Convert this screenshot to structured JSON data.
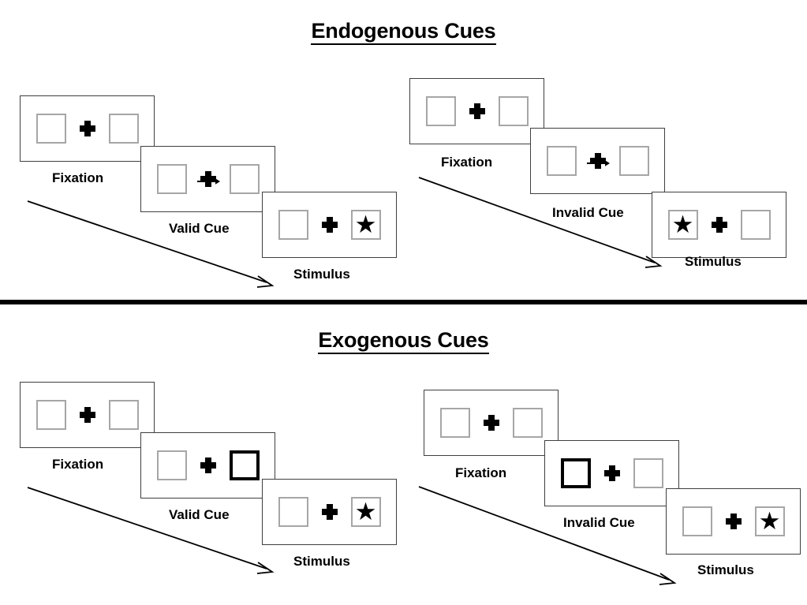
{
  "figure": {
    "title_top": "Endogenous Cues",
    "title_bottom": "Exogenous Cues"
  },
  "sections": [
    {
      "id": "endogenous",
      "title": "Endogenous Cues",
      "columns": [
        {
          "id": "endogenous-valid",
          "panels": [
            {
              "id": "fixation",
              "label": "Fixation",
              "left_content": "empty-box",
              "right_content": "empty-box",
              "cue": "none"
            },
            {
              "id": "cue",
              "label": "Valid Cue",
              "left_content": "empty-box",
              "right_content": "empty-box",
              "cue": "arrow-right"
            },
            {
              "id": "stimulus",
              "label": "Stimulus",
              "left_content": "empty-box",
              "right_content": "star-box",
              "cue": "none"
            }
          ]
        },
        {
          "id": "endogenous-invalid",
          "panels": [
            {
              "id": "fixation",
              "label": "Fixation",
              "left_content": "empty-box",
              "right_content": "empty-box",
              "cue": "none"
            },
            {
              "id": "cue",
              "label": "Invalid Cue",
              "left_content": "empty-box",
              "right_content": "empty-box",
              "cue": "arrow-right"
            },
            {
              "id": "stimulus",
              "label": "Stimulus",
              "left_content": "star-box",
              "right_content": "empty-box",
              "cue": "none"
            }
          ]
        }
      ]
    },
    {
      "id": "exogenous",
      "title": "Exogenous Cues",
      "columns": [
        {
          "id": "exogenous-valid",
          "panels": [
            {
              "id": "fixation",
              "label": "Fixation",
              "left_content": "empty-box",
              "right_content": "empty-box",
              "cue": "none"
            },
            {
              "id": "cue",
              "label": "Valid Cue",
              "left_content": "empty-box",
              "right_content": "highlighted-box",
              "cue": "none"
            },
            {
              "id": "stimulus",
              "label": "Stimulus",
              "left_content": "empty-box",
              "right_content": "star-box",
              "cue": "none"
            }
          ]
        },
        {
          "id": "exogenous-invalid",
          "panels": [
            {
              "id": "fixation",
              "label": "Fixation",
              "left_content": "empty-box",
              "right_content": "empty-box",
              "cue": "none"
            },
            {
              "id": "cue",
              "label": "Invalid Cue",
              "left_content": "highlighted-box",
              "right_content": "empty-box",
              "cue": "none"
            },
            {
              "id": "stimulus",
              "label": "Stimulus",
              "left_content": "empty-box",
              "right_content": "star-box",
              "cue": "none"
            }
          ]
        }
      ]
    }
  ],
  "labels": {
    "fixation": "Fixation",
    "valid_cue": "Valid Cue",
    "invalid_cue": "Invalid Cue",
    "stimulus": "Stimulus"
  },
  "icons": {
    "fixation_cross": "fixation-cross-icon",
    "star": "★",
    "cue_arrow": "arrow-right-icon",
    "time_arrow": "time-flow-arrow-icon"
  },
  "colors": {
    "panel_border": "#3f3f3f",
    "box_border": "#a6a6a6",
    "cued_box_border": "#000000",
    "ink": "#000000",
    "background": "#ffffff"
  }
}
